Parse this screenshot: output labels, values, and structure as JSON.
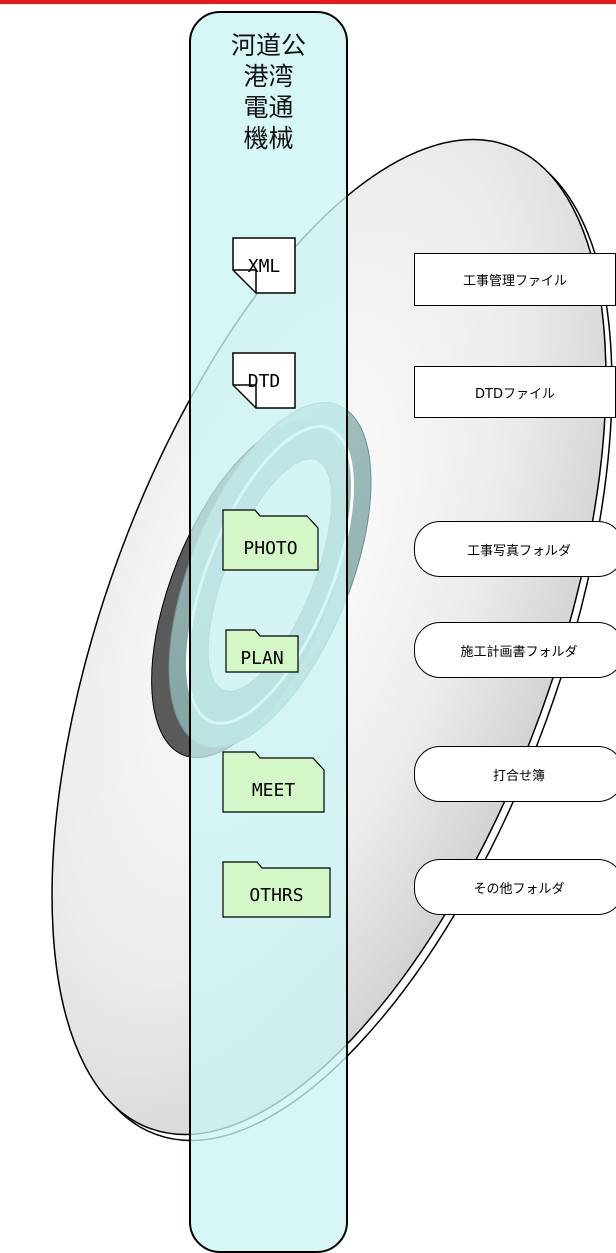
{
  "column": {
    "title_lines": [
      "河道公",
      "港湾",
      "電通",
      "機械"
    ]
  },
  "files": [
    {
      "id": "xml",
      "label": "XML"
    },
    {
      "id": "dtd",
      "label": "DTD"
    }
  ],
  "folders": [
    {
      "id": "photo",
      "label": "PHOTO"
    },
    {
      "id": "plan",
      "label": "PLAN"
    },
    {
      "id": "meet",
      "label": "MEET"
    },
    {
      "id": "othrs",
      "label": "OTHRS"
    }
  ],
  "callouts": [
    {
      "id": "xml",
      "text": "工事管理ファイル",
      "shape": "box"
    },
    {
      "id": "dtd",
      "text": "DTDファイル",
      "shape": "box"
    },
    {
      "id": "photo",
      "text": "工事写真フォルダ",
      "shape": "pill"
    },
    {
      "id": "plan",
      "text": "施工計画書フォルダ",
      "shape": "pill"
    },
    {
      "id": "meet",
      "text": "打合せ簿",
      "shape": "pill"
    },
    {
      "id": "othrs",
      "text": "その他フォルダ",
      "shape": "pill"
    }
  ],
  "colors": {
    "accent_rule": "#e8191b",
    "column_fill": "#ccf5f4",
    "folder_fill": "#d3f7c6",
    "disc_gradient_light": "#ffffff",
    "disc_gradient_dark": "#c9c9c9",
    "hub_ring": "#7fa8a6",
    "hub_dark": "#5a5a5a"
  }
}
